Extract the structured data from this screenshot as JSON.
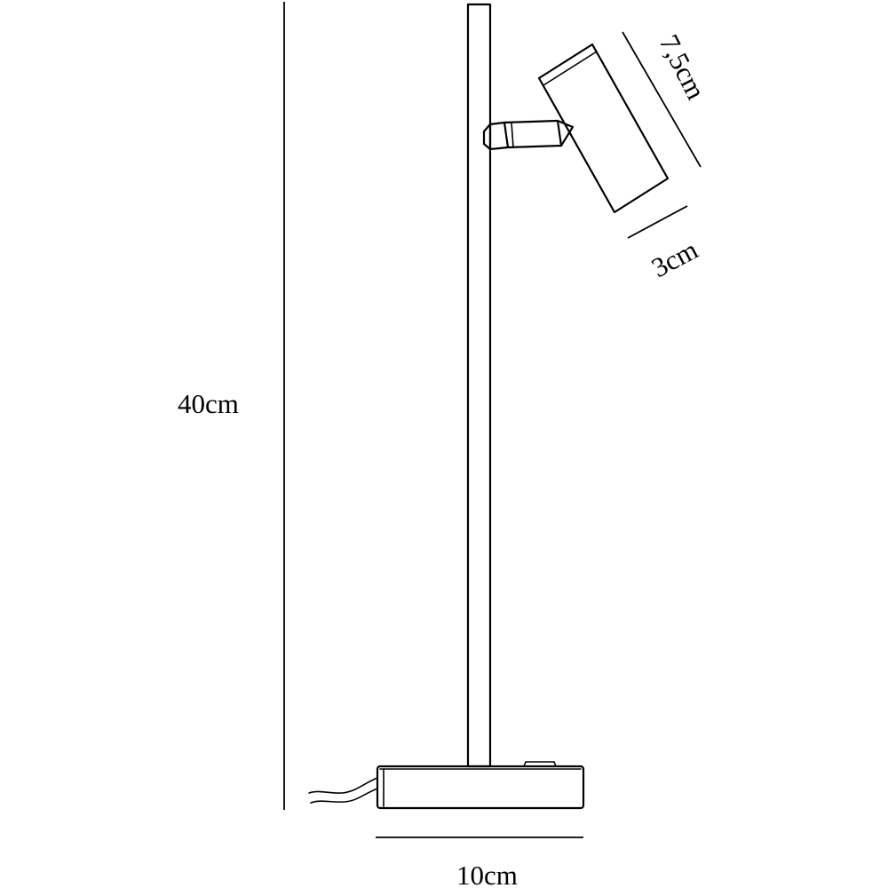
{
  "colors": {
    "line": "#000000",
    "background": "#ffffff"
  },
  "dimensions": {
    "height_label": "40cm",
    "base_width_label": "10cm",
    "head_length_label": "7,5cm",
    "head_width_label": "3cm"
  }
}
